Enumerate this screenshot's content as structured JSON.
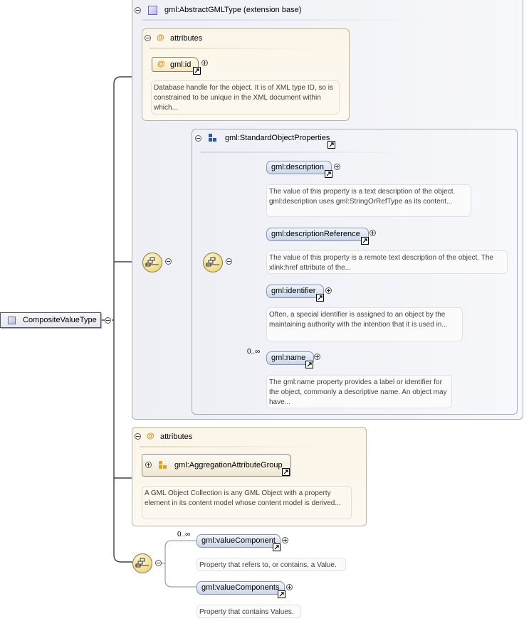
{
  "root": {
    "label": "CompositeValueType"
  },
  "extension_base": {
    "title": "gml:AbstractGMLType (extension base)"
  },
  "attributes_top": {
    "title": "attributes",
    "attribute": "gml:id",
    "doc": "Database handle for the object. It is of XML type ID, so is constrained to be unique in the XML document within which..."
  },
  "standard_props": {
    "title": "gml:StandardObjectProperties",
    "elements": [
      {
        "label": "gml:description",
        "doc": "The value of this property is a text description of the object. gml:description uses gml:StringOrRefType as its content..."
      },
      {
        "label": "gml:descriptionReference",
        "doc": "The value of this property is a remote text description of the object. The xlink:href attribute of the..."
      },
      {
        "label": "gml:identifier",
        "doc": "Often, a special identifier is assigned to an object by the maintaining authority with the intention that it is used in..."
      },
      {
        "label": "gml:name",
        "multiplicity": "0..∞",
        "doc": "The gml:name property provides a label or identifier for the object, commonly a descriptive name. An object may have..."
      }
    ]
  },
  "attributes_bottom": {
    "title": "attributes",
    "group": "gml:AggregationAttributeGroup",
    "doc": "A GML Object Collection is any GML Object with a property element in its content model whose content model is derived..."
  },
  "value_seq": {
    "elements": [
      {
        "label": "gml:valueComponent",
        "multiplicity": "0..∞",
        "doc": "Property that refers to, or contains, a Value."
      },
      {
        "label": "gml:valueComponents",
        "doc": "Property that contains Values."
      }
    ]
  },
  "colors": {
    "line": "#404040",
    "panel_border": "#a9adb5",
    "cream_panel": "#fbf5e8",
    "element_fill": "#c9d5ea",
    "attribute_accent": "#c68b16"
  }
}
